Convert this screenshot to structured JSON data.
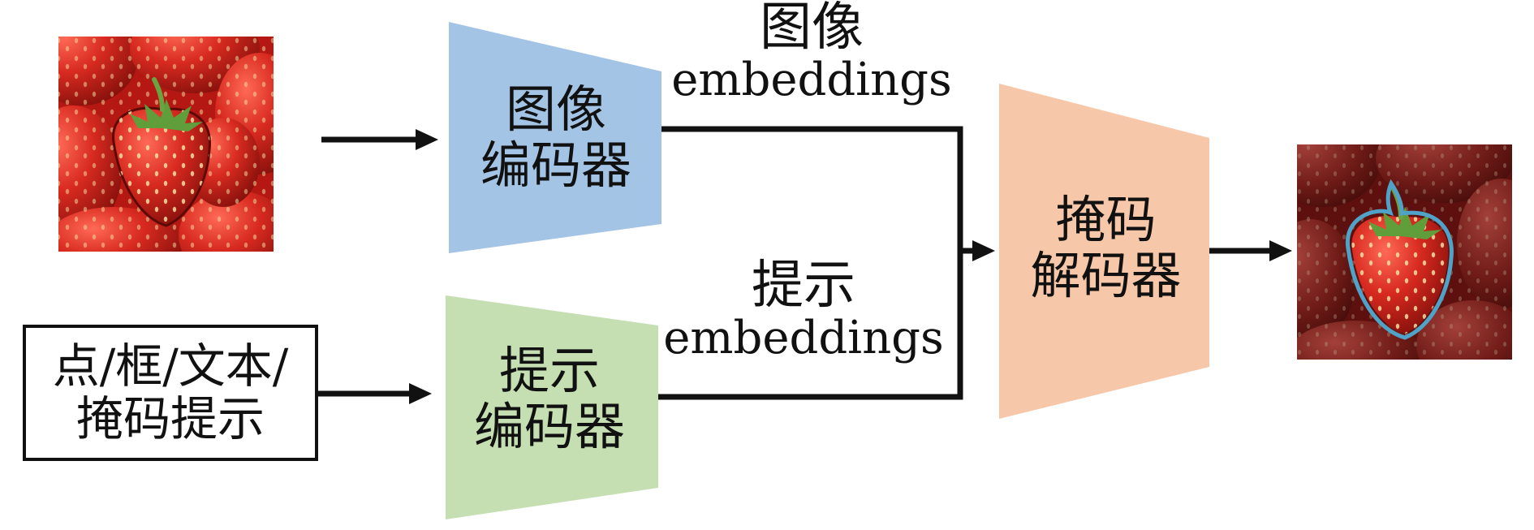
{
  "diagram": {
    "image_encoder": {
      "line1": "图像",
      "line2": "编码器",
      "color": "#a4c4e6"
    },
    "prompt_encoder": {
      "line1": "提示",
      "line2": "编码器",
      "color": "#c5dfb3"
    },
    "mask_decoder": {
      "line1": "掩码",
      "line2": "解码器",
      "color": "#f6c7a8"
    },
    "image_embeddings": {
      "line1": "图像",
      "line2": "embeddings"
    },
    "prompt_embeddings": {
      "line1": "提示",
      "line2": "embeddings"
    },
    "prompt_input": {
      "line1": "点/框/文本/",
      "line2": "掩码提示"
    },
    "input_image_icon": "strawberry-image-icon",
    "output_image_icon": "segmented-strawberry-image-icon",
    "colors": {
      "arrow": "#111111",
      "strawberry": "#c7261e",
      "mask_outline": "#4fa3c8"
    }
  }
}
